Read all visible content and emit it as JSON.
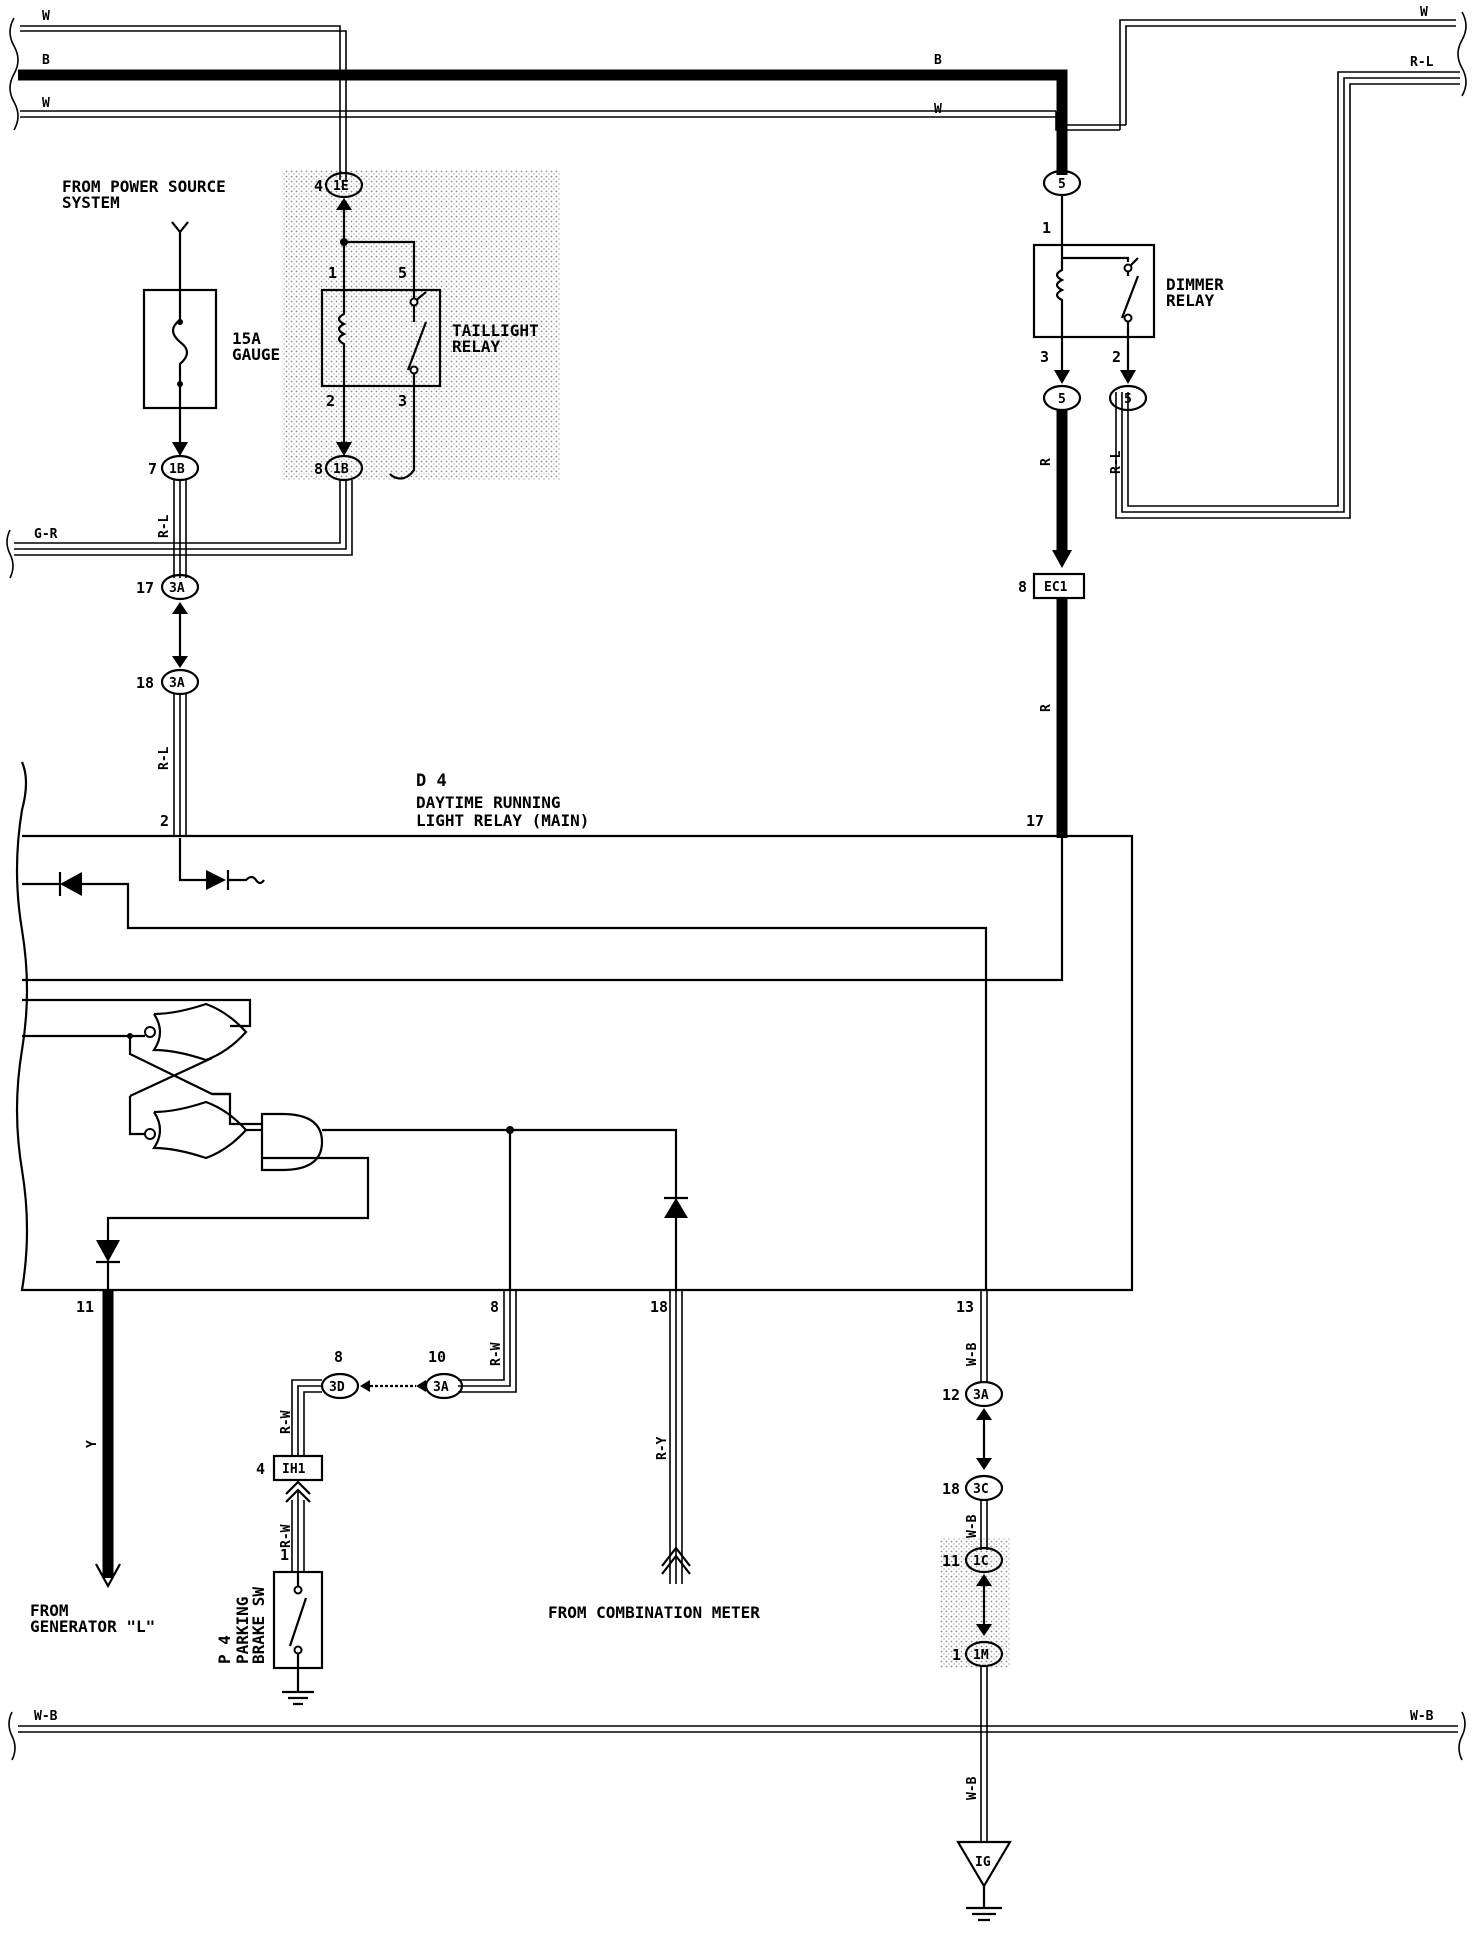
{
  "top_wires": {
    "w_top_left": "W",
    "w_top_right": "W",
    "b_left": "B",
    "b_mid": "B",
    "rl_right": "R-L",
    "w_left": "W",
    "w_mid": "W"
  },
  "power_source": {
    "line1": "FROM POWER SOURCE",
    "line2": "SYSTEM"
  },
  "fuse": {
    "line1": "15A",
    "line2": "GAUGE"
  },
  "taillight_relay": {
    "line1": "TAILLIGHT",
    "line2": "RELAY",
    "pin_top_left": "1",
    "pin_top_right": "5",
    "pin_bottom_left": "2",
    "pin_bottom_right": "3"
  },
  "dimmer_relay": {
    "line1": "DIMMER",
    "line2": "RELAY",
    "pin_top": "1",
    "pin_bottom_left": "3",
    "pin_bottom_right": "2"
  },
  "connectors": {
    "c_1e": {
      "code": "1E",
      "pin": "4"
    },
    "c_1b_left": {
      "code": "1B",
      "pin": "7"
    },
    "c_1b_right": {
      "code": "1B",
      "pin": "8"
    },
    "c_3a_17": {
      "code": "3A",
      "pin": "17"
    },
    "c_3a_18": {
      "code": "3A",
      "pin": "18"
    },
    "c_5_top": {
      "code": "5"
    },
    "c_5_left": {
      "code": "5"
    },
    "c_5_right": {
      "code": "5"
    },
    "c_ec1": {
      "code": "EC1",
      "pin": "8"
    },
    "c_3d": {
      "code": "3D",
      "pin": "8"
    },
    "c_3a_10": {
      "code": "3A",
      "pin": "10"
    },
    "c_ih1": {
      "code": "IH1",
      "pin": "4"
    },
    "c_3a_12": {
      "code": "3A",
      "pin": "12"
    },
    "c_3c": {
      "code": "3C",
      "pin": "18"
    },
    "c_1c": {
      "code": "1C",
      "pin": "11"
    },
    "c_1m": {
      "code": "1M",
      "pin": "1"
    },
    "c_ig": {
      "code": "IG"
    }
  },
  "wire_labels": {
    "gr": "G-R",
    "rl_upper": "R-L",
    "rl_lower": "R-L",
    "r_upper": "R",
    "r_lower": "R",
    "rl_dimmer": "R-L",
    "y": "Y",
    "rw_a": "R-W",
    "rw_b": "R-W",
    "rw_c": "R-W",
    "ry": "R-Y",
    "wb_a": "W-B",
    "wb_b": "W-B",
    "wb_c": "W-B",
    "wb_bus_left": "W-B",
    "wb_bus_right": "W-B"
  },
  "drl_relay": {
    "code": "D 4",
    "line1": "DAYTIME RUNNING",
    "line2": "LIGHT RELAY (MAIN)",
    "pin_2": "2",
    "pin_17": "17",
    "pin_11": "11",
    "pin_8": "8",
    "pin_18": "18",
    "pin_13": "13"
  },
  "generator": {
    "line1": "FROM",
    "line2": "GENERATOR \"L\""
  },
  "combination_meter": {
    "label": "FROM COMBINATION METER"
  },
  "parking_brake": {
    "code": "P 4",
    "line1": "PARKING",
    "line2": "BRAKE SW",
    "pin": "1"
  }
}
